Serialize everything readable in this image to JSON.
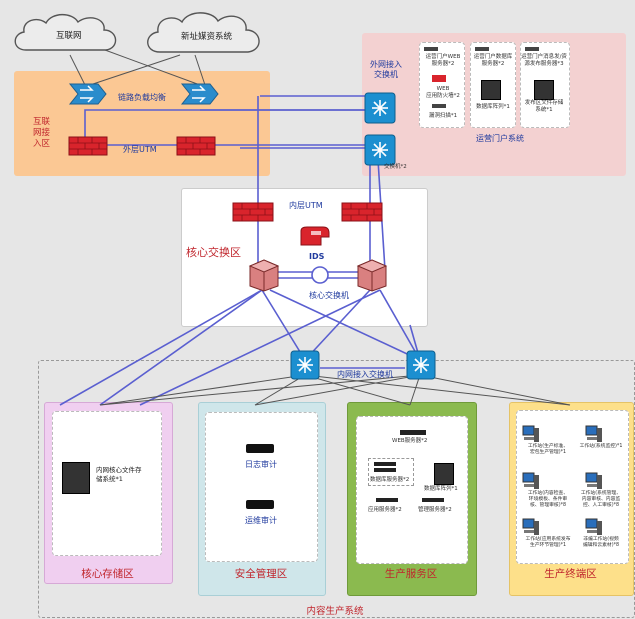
{
  "clouds": {
    "internet": "互联网",
    "xinzhi": "新址媒资系统"
  },
  "internet_zone": {
    "title": "互联\n网接\n入区",
    "lb_label": "链路负载均衡",
    "utm_label": "外层UTM"
  },
  "ops_zone": {
    "switch_label": "外网接入\n交换机",
    "switch_count": "交换机*2",
    "title": "运营门户系统",
    "boxes": [
      {
        "items": [
          "运营门户WEB\n服务器*2",
          "WEB\n应用防火墙*2",
          "漏洞扫描*1"
        ]
      },
      {
        "items": [
          "运营门户数据库\n服务器*2",
          "数据库阵列*1"
        ]
      },
      {
        "items": [
          "运营门户消息发/资\n源发布服务器*3",
          "发布区文件存储\n系统*1"
        ]
      }
    ]
  },
  "core_zone": {
    "title": "核心交换区",
    "inner_utm": "内层UTM",
    "ids": "IDS",
    "core_switch": "核心交换机"
  },
  "inner_switch": "内网接入交换机",
  "storage_zone": {
    "title": "核心存储区",
    "item": "内网核心文件存\n储系统*1"
  },
  "security_zone": {
    "title": "安全管理区",
    "log_audit": "日志审计",
    "ops_audit": "运维审计"
  },
  "service_zone": {
    "title": "生产服务区",
    "items": [
      "WEB服务器*2",
      "数据库服务器*2",
      "数据库阵列*1",
      "应用服务器*2",
      "管理服务器*2"
    ]
  },
  "terminal_zone": {
    "title": "生产终端区",
    "items": [
      "工作站(生产标准、\n宏包生产管理)*1",
      "工作站(系统监控)*1",
      "工作站(内容检查、\n环境模板、条件审\n核、管理审核)*8",
      "工作站(系统管理、\n内容审核、内容监\n控、人工审核)*8",
      "工作站(应用系统发布\n生产环节管理)*1",
      "非编工作站(视频\n编辑和云素材)*8"
    ]
  },
  "bottom_title": "内容生产系统"
}
